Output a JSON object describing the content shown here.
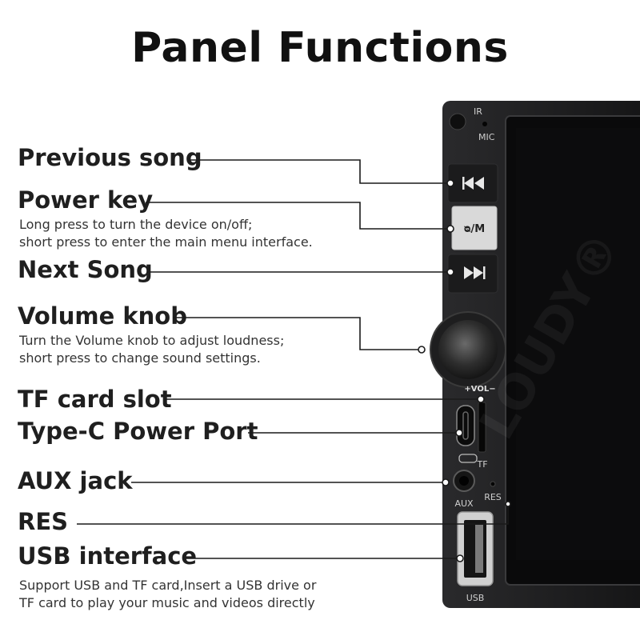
{
  "title": "Panel Functions",
  "labels": {
    "previous_song": "Previous song",
    "power_key": "Power key",
    "power_key_desc": [
      "Long press to turn the device on/off;",
      "short press to enter the main menu interface."
    ],
    "next_song": "Next Song",
    "volume_knob": "Volume knob",
    "volume_knob_desc": [
      "Turn the Volume knob to adjust loudness;",
      "short press to change sound settings."
    ],
    "tf_card_slot": "TF card slot",
    "type_c": "Type-C Power Port",
    "aux_jack": "AUX jack",
    "res": "RES",
    "usb_interface": "USB interface",
    "usb_desc": [
      "Support USB and TF card,Insert a USB drive or",
      "TF card to play your music and videos directly"
    ]
  },
  "device": {
    "ir": "IR",
    "mic": "MIC",
    "power_button": "ᴓ/M",
    "vol": "+VOL−",
    "tf": "TF",
    "aux": "AUX",
    "res": "RES",
    "usb": "USB",
    "watermark": "LOUDY®"
  },
  "colors": {
    "panel": "#1c1c1e",
    "screen": "#0b0b0c",
    "line": "#1a1a1a",
    "power_button": "#d9d9d9"
  }
}
